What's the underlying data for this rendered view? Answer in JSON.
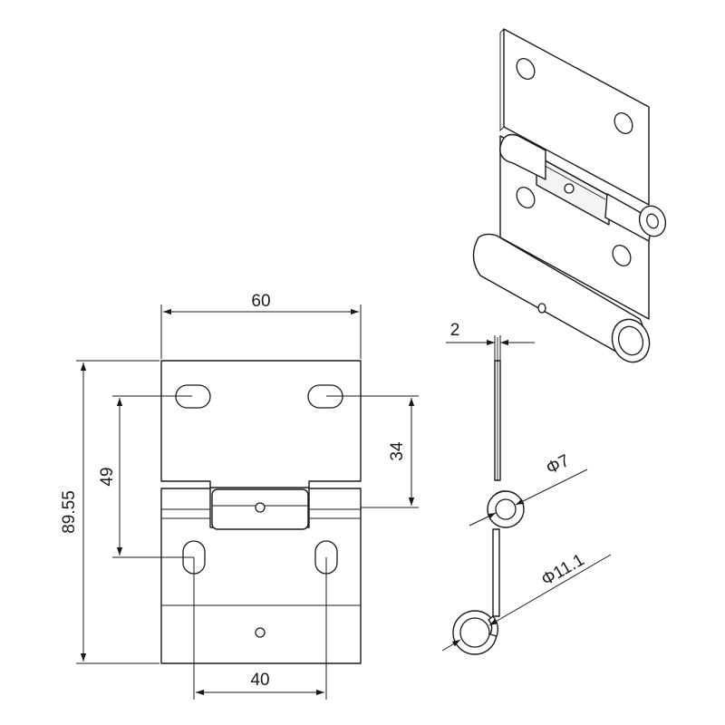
{
  "dimensions": {
    "overall_width": "60",
    "overall_height": "89.55",
    "top_hole_vertical": "49",
    "top_holes_to_knuckle": "34",
    "bottom_hole_spacing": "40",
    "sheet_thickness": "2",
    "pin_diameter": "Φ7",
    "curl_diameter": "Φ11.1"
  }
}
